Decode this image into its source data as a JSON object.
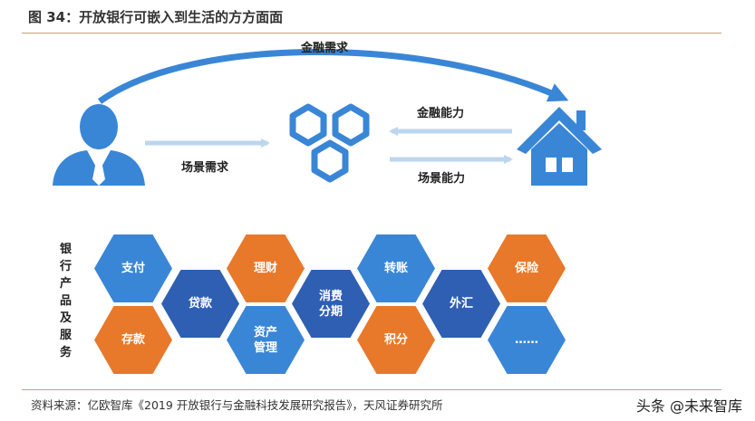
{
  "title": "图 34：开放银行可嵌入到生活的方方面面",
  "flow": {
    "top_label": "金融需求",
    "scene_demand": "场景需求",
    "finance_capability": "金融能力",
    "scene_capability": "场景能力"
  },
  "products": {
    "side_label": "银行产品及服务",
    "items": [
      {
        "label": "支付",
        "color": "#3a86d6"
      },
      {
        "label": "存款",
        "color": "#e8782a"
      },
      {
        "label": "贷款",
        "color": "#2f5fb3"
      },
      {
        "label": "理财",
        "color": "#e8782a"
      },
      {
        "label": "资产\n管理",
        "color": "#3a86d6"
      },
      {
        "label": "消费\n分期",
        "color": "#2f5fb3"
      },
      {
        "label": "转账",
        "color": "#3a86d6"
      },
      {
        "label": "积分",
        "color": "#e8782a"
      },
      {
        "label": "外汇",
        "color": "#2f5fb3"
      },
      {
        "label": "保险",
        "color": "#e8782a"
      },
      {
        "label": "……",
        "color": "#3a86d6"
      }
    ]
  },
  "source": "资料来源：亿欧智库《2019 开放银行与金融科技发展研究报告》，天风证券研究所",
  "watermark": "头条 @未来智库",
  "colors": {
    "primary_blue": "#3a86d6",
    "arrow_blue": "#bcd6ef",
    "orange": "#e8782a",
    "dark_blue": "#2f5fb3"
  }
}
